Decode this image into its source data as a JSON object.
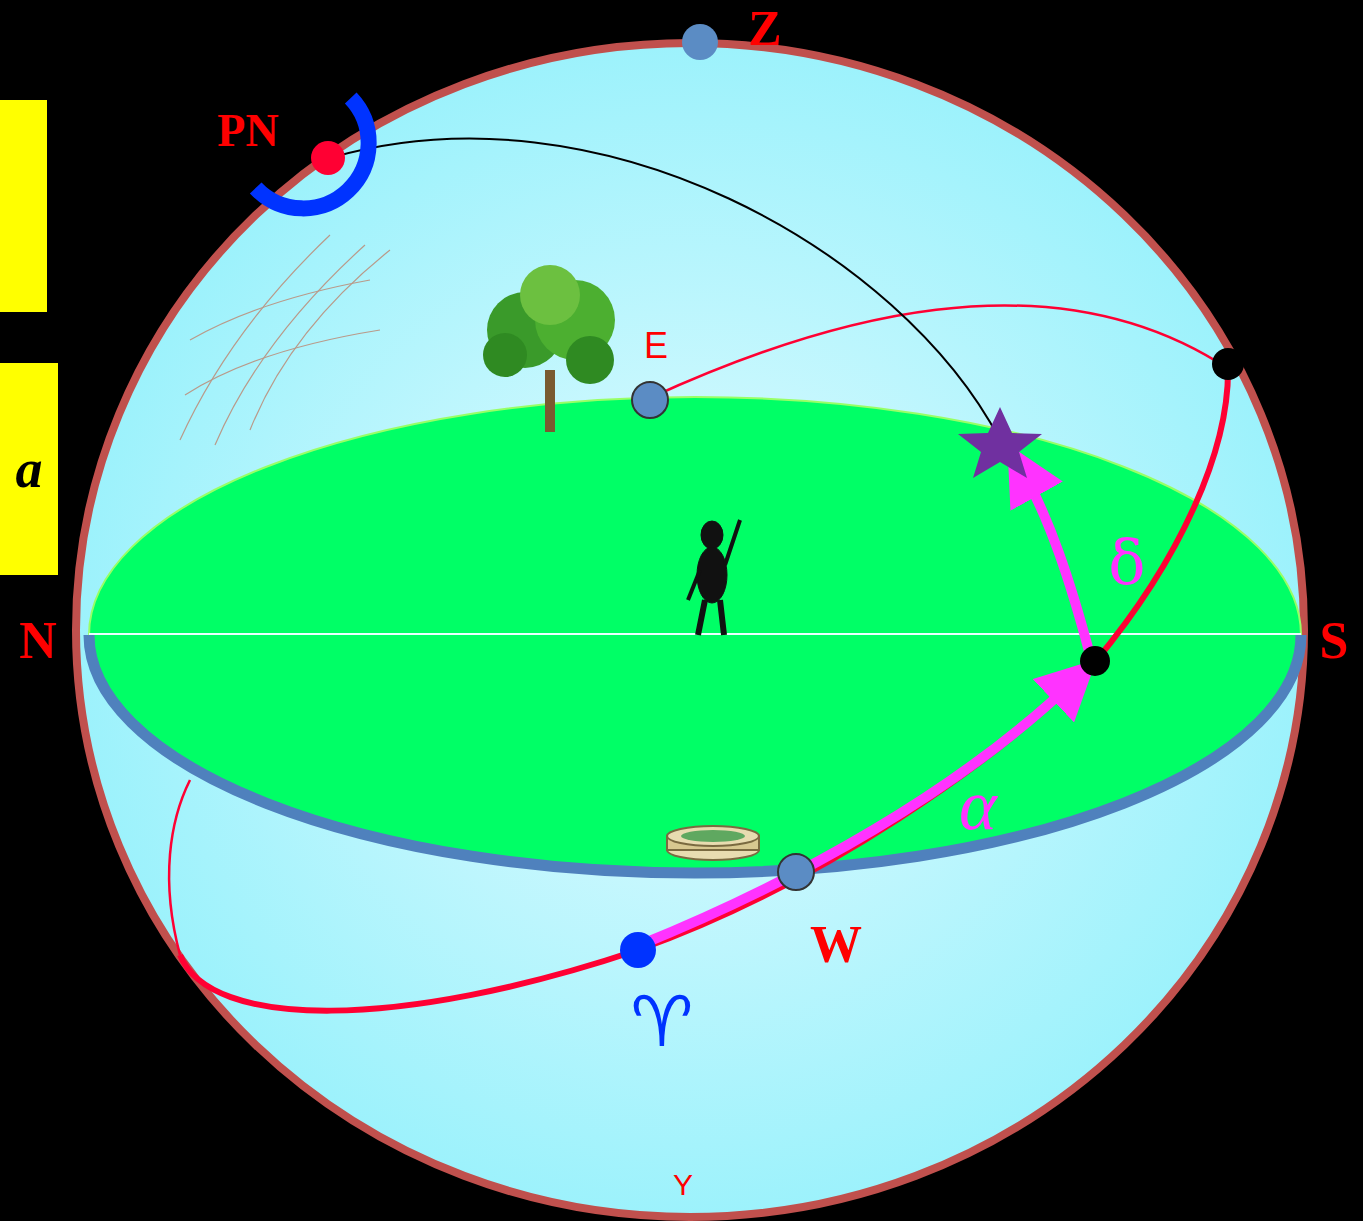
{
  "diagram": {
    "nodes": [
      {
        "text": [
          "a"
        ]
      }
    ],
    "labels": [
      "Z",
      "PN",
      "E",
      "N",
      "S",
      "W",
      "α",
      "δ",
      "♈",
      "Y"
    ]
  }
}
